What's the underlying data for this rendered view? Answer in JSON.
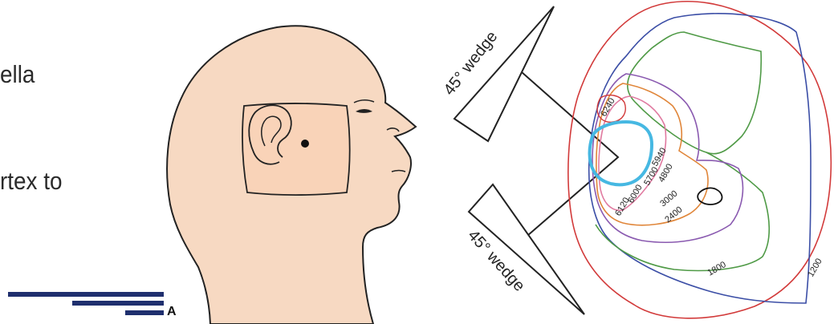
{
  "slide": {
    "text_fragment_1": "ella",
    "text_fragment_2": "rtex to",
    "panel_label": "A"
  },
  "diagram": {
    "wedge_labels": [
      "45° wedge",
      "45° wedge"
    ],
    "isodose_labels": [
      "6240",
      "5940",
      "5700",
      "4800",
      "6120",
      "6000",
      "3000",
      "2400",
      "1800",
      "1200"
    ]
  },
  "colors": {
    "rule": "#1f2f6e",
    "skin": "#f7d9c2",
    "target": "#46b8e2",
    "isodose_red": "#d23a3a",
    "isodose_green": "#4f9a46",
    "isodose_blue": "#3b4ea6",
    "isodose_orange": "#e0863a",
    "isodose_purple": "#8a5ab0",
    "isodose_pink": "#e07aa0"
  }
}
